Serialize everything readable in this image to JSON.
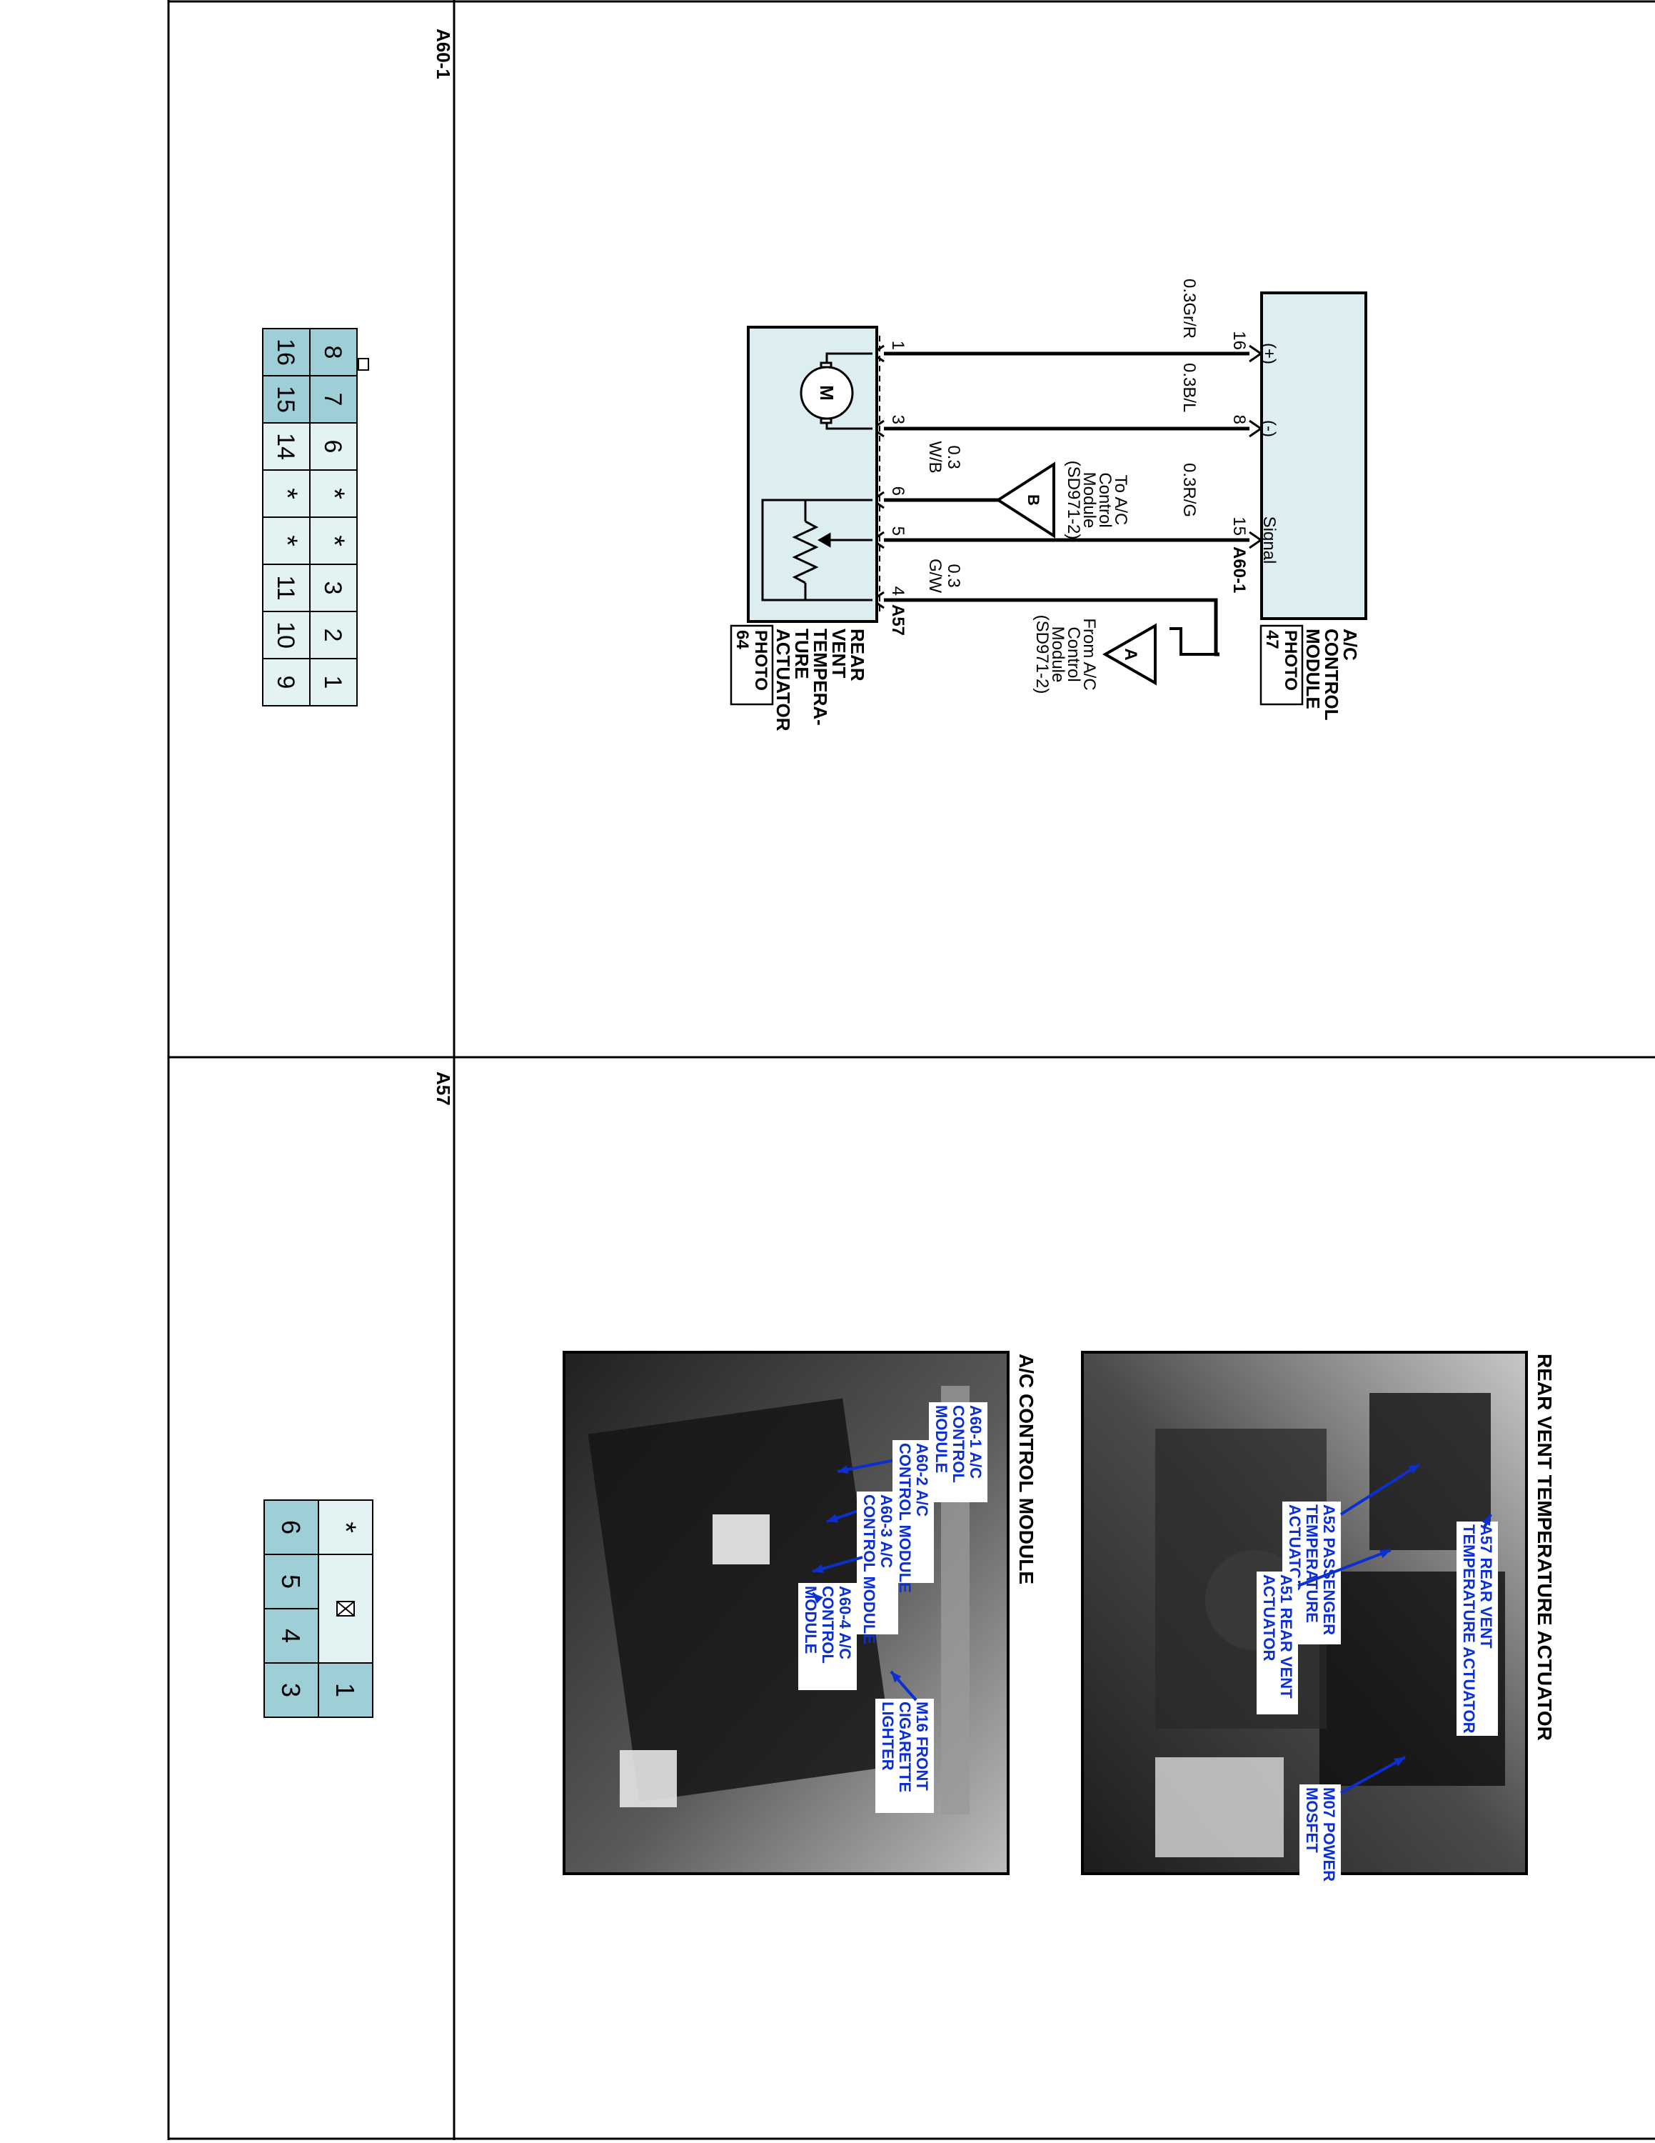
{
  "connectors": {
    "a60_1": {
      "id": "A60-1",
      "row1": [
        "8",
        "7",
        "6",
        "*",
        "*",
        "3",
        "2",
        "1"
      ],
      "row2": [
        "16",
        "15",
        "14",
        "*",
        "*",
        "11",
        "10",
        "9"
      ],
      "filled": [
        "8",
        "7",
        "16",
        "15"
      ]
    },
    "a57": {
      "id": "A57",
      "row1": [
        "*",
        "",
        "",
        "1"
      ],
      "row2": [
        "6",
        "5",
        "4",
        "3"
      ]
    }
  },
  "schematic": {
    "ac_module": {
      "name_lines": [
        "A/C",
        "CONTROL",
        "MODULE"
      ],
      "photo_lines": [
        "PHOTO",
        "47"
      ],
      "pin_labels": [
        "(+)",
        "(-)",
        "Signal"
      ],
      "pins": [
        "16",
        "8",
        "15"
      ],
      "connector": "A60-1"
    },
    "wires": [
      "0.3Gr/R",
      "0.3B/L",
      "0.3R/G"
    ],
    "wire_wb": [
      "0.3",
      "W/B"
    ],
    "wire_gw": [
      "0.3",
      "G/W"
    ],
    "to_b": {
      "symbol": "B",
      "lines": [
        "To A/C",
        "Control",
        "Module",
        "(SD971-2)"
      ]
    },
    "from_a": {
      "symbol": "A",
      "lines": [
        "From A/C",
        "Control",
        "Module",
        "(SD971-2)"
      ]
    },
    "actuator": {
      "pins": [
        "1",
        "3",
        "6",
        "5",
        "4"
      ],
      "connector": "A57",
      "motor": "M",
      "name_lines": [
        "REAR",
        "VENT",
        "TEMPERA-",
        "TURE",
        "ACTUATOR"
      ],
      "photo_lines": [
        "PHOTO",
        "64"
      ]
    }
  },
  "photos": {
    "rear_vent": {
      "title": "REAR VENT TEMPERATURE ACTUATOR",
      "callouts": [
        [
          "A52 PASSENGER",
          "TEMPERATURE",
          "ACTUATOR"
        ],
        [
          "A51 REAR VENT",
          "ACTUATOR"
        ],
        [
          "A57 REAR VENT",
          "TEMPERATURE ACTUATOR"
        ],
        [
          "M07 POWER",
          "MOSFET"
        ]
      ]
    },
    "ac_module": {
      "title": "A/C CONTROL MODULE",
      "callouts": [
        [
          "A60-1 A/C",
          "CONTROL",
          "MODULE"
        ],
        [
          "A60-2 A/C",
          "CONTROL MODULE"
        ],
        [
          "A60-3 A/C",
          "CONTROL MODULE"
        ],
        [
          "A60-4 A/C",
          "CONTROL",
          "MODULE"
        ],
        [
          "M16 FRONT",
          "CIGARETTE",
          "LIGHTER"
        ]
      ]
    }
  },
  "colors": {
    "cell_fill": "#9fcfd6",
    "cell_light": "#e3f2f3",
    "module_fill": "#ddeef0",
    "callout_blue": "#0b2fd0",
    "callout_bg": "#ffffff",
    "line": "#000000"
  }
}
